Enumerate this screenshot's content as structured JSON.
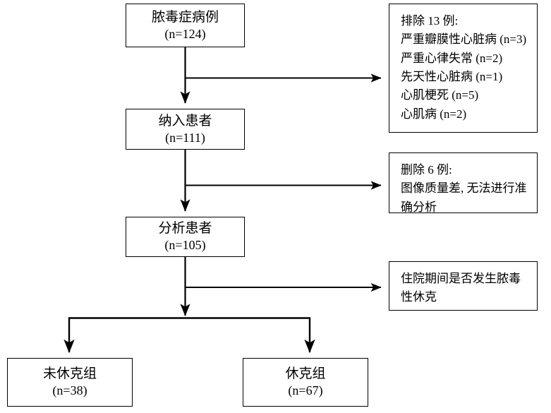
{
  "chart_data": {
    "type": "diagram",
    "title": "Sepsis patient enrollment flowchart",
    "nodes": [
      {
        "id": "enrolled-cases",
        "label": "脓毒症病例",
        "count": "(n=124)",
        "n": 124
      },
      {
        "id": "included-patients",
        "label": "纳入患者",
        "count": "(n=111)",
        "n": 111
      },
      {
        "id": "analyzed-patients",
        "label": "分析患者",
        "count": "(n=105)",
        "n": 105
      },
      {
        "id": "no-shock-group",
        "label": "未休克组",
        "count": "(n=38)",
        "n": 38
      },
      {
        "id": "shock-group",
        "label": "休克组",
        "count": "(n=67)",
        "n": 67
      }
    ],
    "exclusions": [
      {
        "id": "exclusion-13",
        "total": 13,
        "items": [
          {
            "reason": "严重瓣膜性心脏病",
            "n": 3
          },
          {
            "reason": "严重心律失常",
            "n": 2
          },
          {
            "reason": "先天性心脏病",
            "n": 1
          },
          {
            "reason": "心肌梗死",
            "n": 5
          },
          {
            "reason": "心肌病",
            "n": 2
          }
        ]
      },
      {
        "id": "exclusion-6",
        "total": 6,
        "items": [
          {
            "reason": "图像质量差, 无法进行准确分析",
            "n": 6
          }
        ]
      }
    ],
    "grouping_criterion": "住院期间是否发生脓毒性休克"
  },
  "nodes": {
    "enrolled_cases": {
      "label": "脓毒症病例",
      "count": "(n=124)"
    },
    "included_patients": {
      "label": "纳入患者",
      "count": "(n=111)"
    },
    "analyzed_patients": {
      "label": "分析患者",
      "count": "(n=105)"
    },
    "no_shock_group": {
      "label": "未休克组",
      "count": "(n=38)"
    },
    "shock_group": {
      "label": "休克组",
      "count": "(n=67)"
    }
  },
  "exclusion_box": {
    "heading": "排除 13 例:",
    "lines": [
      "严重瓣膜性心脏病 (n=3)",
      "严重心律失常  (n=2)",
      "先天性心脏病  (n=1)",
      "心肌梗死  (n=5)",
      "心肌病  (n=2)"
    ]
  },
  "removal_box": {
    "heading": "删除 6 例:",
    "lines": [
      "图像质量差, 无法进行准",
      "确分析"
    ]
  },
  "criterion_box": {
    "lines": [
      "住院期间是否发生脓毒",
      "性休克"
    ]
  },
  "style": {
    "stroke": "#000000",
    "fill": "#ffffff"
  }
}
